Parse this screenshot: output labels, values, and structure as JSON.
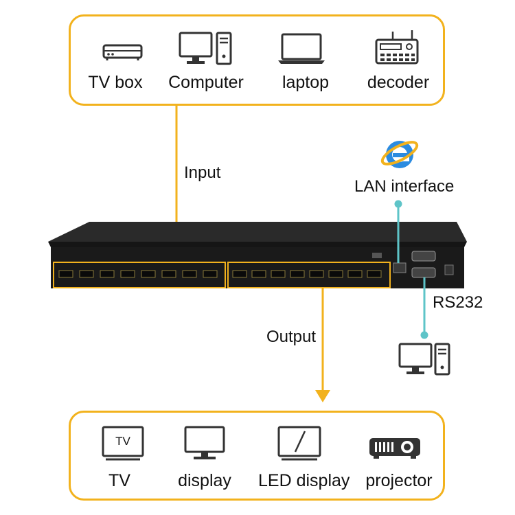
{
  "inputs": {
    "items": [
      {
        "label": "TV box",
        "icon": "tv-box-icon"
      },
      {
        "label": "Computer",
        "icon": "computer-icon"
      },
      {
        "label": "laptop",
        "icon": "laptop-icon"
      },
      {
        "label": "decoder",
        "icon": "decoder-icon"
      }
    ]
  },
  "labels": {
    "input": "Input",
    "output": "Output",
    "lan": "LAN interface",
    "rs232": "RS232"
  },
  "outputs": {
    "items": [
      {
        "label": "TV",
        "icon": "tv-icon",
        "icon_text": "TV"
      },
      {
        "label": "display",
        "icon": "display-icon"
      },
      {
        "label": "LED display",
        "icon": "led-display-icon"
      },
      {
        "label": "projector",
        "icon": "projector-icon"
      }
    ]
  },
  "colors": {
    "accent": "#f2b21d",
    "connector": "#5ec4c8",
    "device_body": "#1c1c1c",
    "icon": "#333333"
  }
}
